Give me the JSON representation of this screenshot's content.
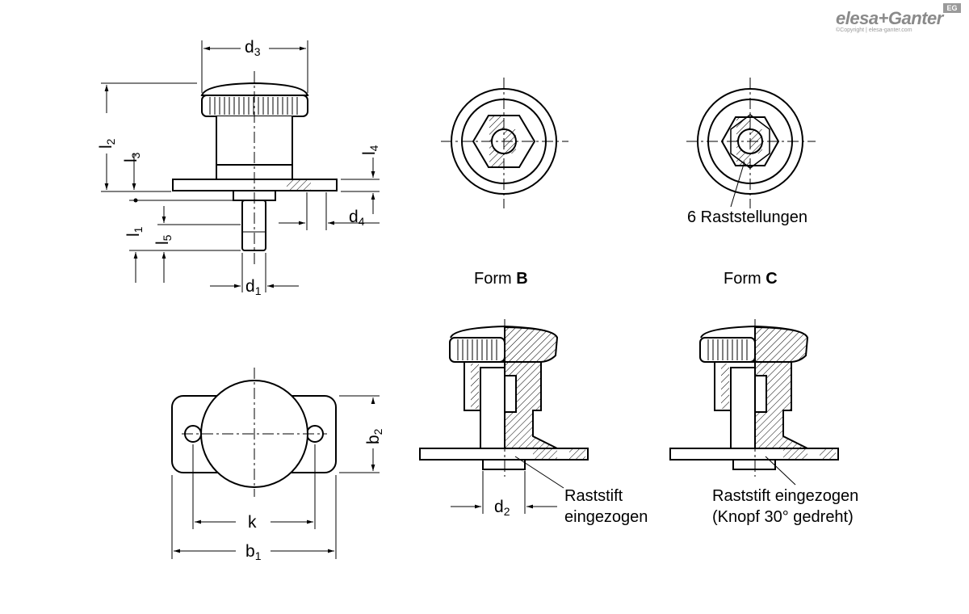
{
  "brand": {
    "name": "elesa+Ganter",
    "badge": "EG",
    "copyright": "©Copyright | elesa-ganter.com"
  },
  "dimensions": {
    "d3": {
      "base": "d",
      "sub": "3"
    },
    "d1": {
      "base": "d",
      "sub": "1"
    },
    "d4": {
      "base": "d",
      "sub": "4"
    },
    "d2": {
      "base": "d",
      "sub": "2"
    },
    "l1": {
      "base": "l",
      "sub": "1"
    },
    "l2": {
      "base": "l",
      "sub": "2"
    },
    "l3": {
      "base": "l",
      "sub": "3"
    },
    "l4": {
      "base": "l",
      "sub": "4"
    },
    "l5": {
      "base": "l",
      "sub": "5"
    },
    "b1": {
      "base": "b",
      "sub": "1"
    },
    "b2": {
      "base": "b",
      "sub": "2"
    },
    "k": {
      "base": "k",
      "sub": ""
    }
  },
  "labels": {
    "positions": "6 Raststellungen",
    "form_b_prefix": "Form ",
    "form_b_letter": "B",
    "form_c_prefix": "Form ",
    "form_c_letter": "C",
    "pin_b_line1": "Raststift",
    "pin_b_line2": "eingezogen",
    "pin_c_line1": "Raststift eingezogen",
    "pin_c_line2": "(Knopf 30° gedreht)"
  }
}
